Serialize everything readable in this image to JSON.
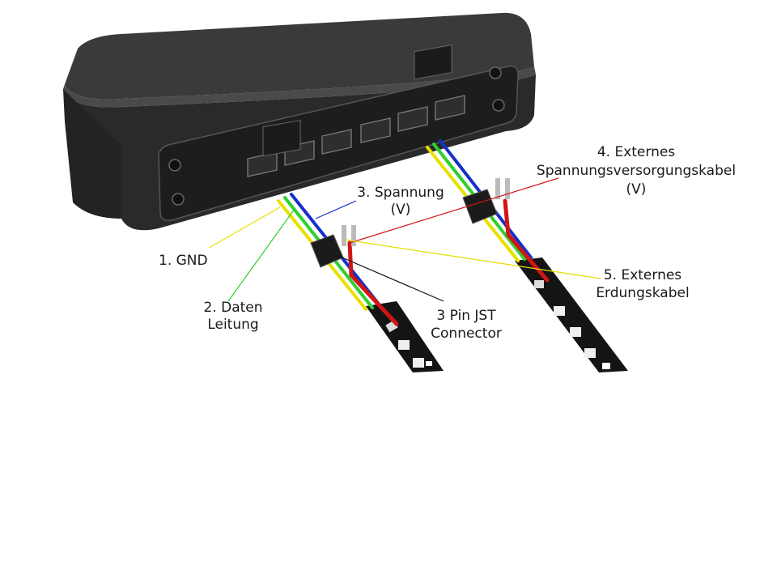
{
  "labels": {
    "gnd": "1. GND",
    "data_line_1": "2. Daten",
    "data_line_2": "Leitung",
    "voltage_1": "3. Spannung",
    "voltage_2": "(V)",
    "ext_power_1": "4. Externes",
    "ext_power_2": "Spannungsversorgungskabel",
    "ext_power_3": "(V)",
    "ext_ground_1": "5. Externes",
    "ext_ground_2": "Erdungskabel",
    "jst_1": "3 Pin JST",
    "jst_2": "Connector"
  },
  "colors": {
    "gnd_wire": "#e8e000",
    "data_wire": "#2fcf2f",
    "voltage_wire": "#1530c8",
    "power_wire": "#d01515",
    "ground_leader": "#e6dd00",
    "jst_leader": "#111111",
    "housing": "#2b2b2b"
  },
  "ports": {
    "count": 7
  }
}
